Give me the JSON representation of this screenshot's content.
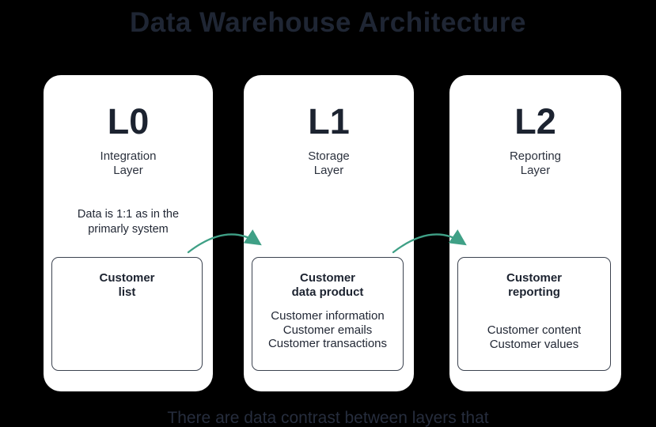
{
  "title": "Data Warehouse Architecture",
  "footer": "There are data contrast between layers that",
  "colors": {
    "background": "#000000",
    "card_background": "#ffffff",
    "title_text": "#1f2634",
    "heading_text": "#1c2330",
    "body_text": "#222835",
    "inner_box_border": "#3c4350",
    "arrow": "#3fa086"
  },
  "layers": [
    {
      "code": "L0",
      "name": "Integration\nLayer",
      "note": "Data is 1:1 as in the\nprimarly system",
      "box": {
        "title": "Customer\nlist",
        "items": []
      }
    },
    {
      "code": "L1",
      "name": "Storage\nLayer",
      "box": {
        "title": "Customer\ndata product",
        "items": [
          "Customer information",
          "Customer emails",
          "Customer transactions"
        ]
      }
    },
    {
      "code": "L2",
      "name": "Reporting\nLayer",
      "box": {
        "title": "Customer\nreporting",
        "items": [
          "Customer content",
          "Customer values"
        ]
      }
    }
  ]
}
